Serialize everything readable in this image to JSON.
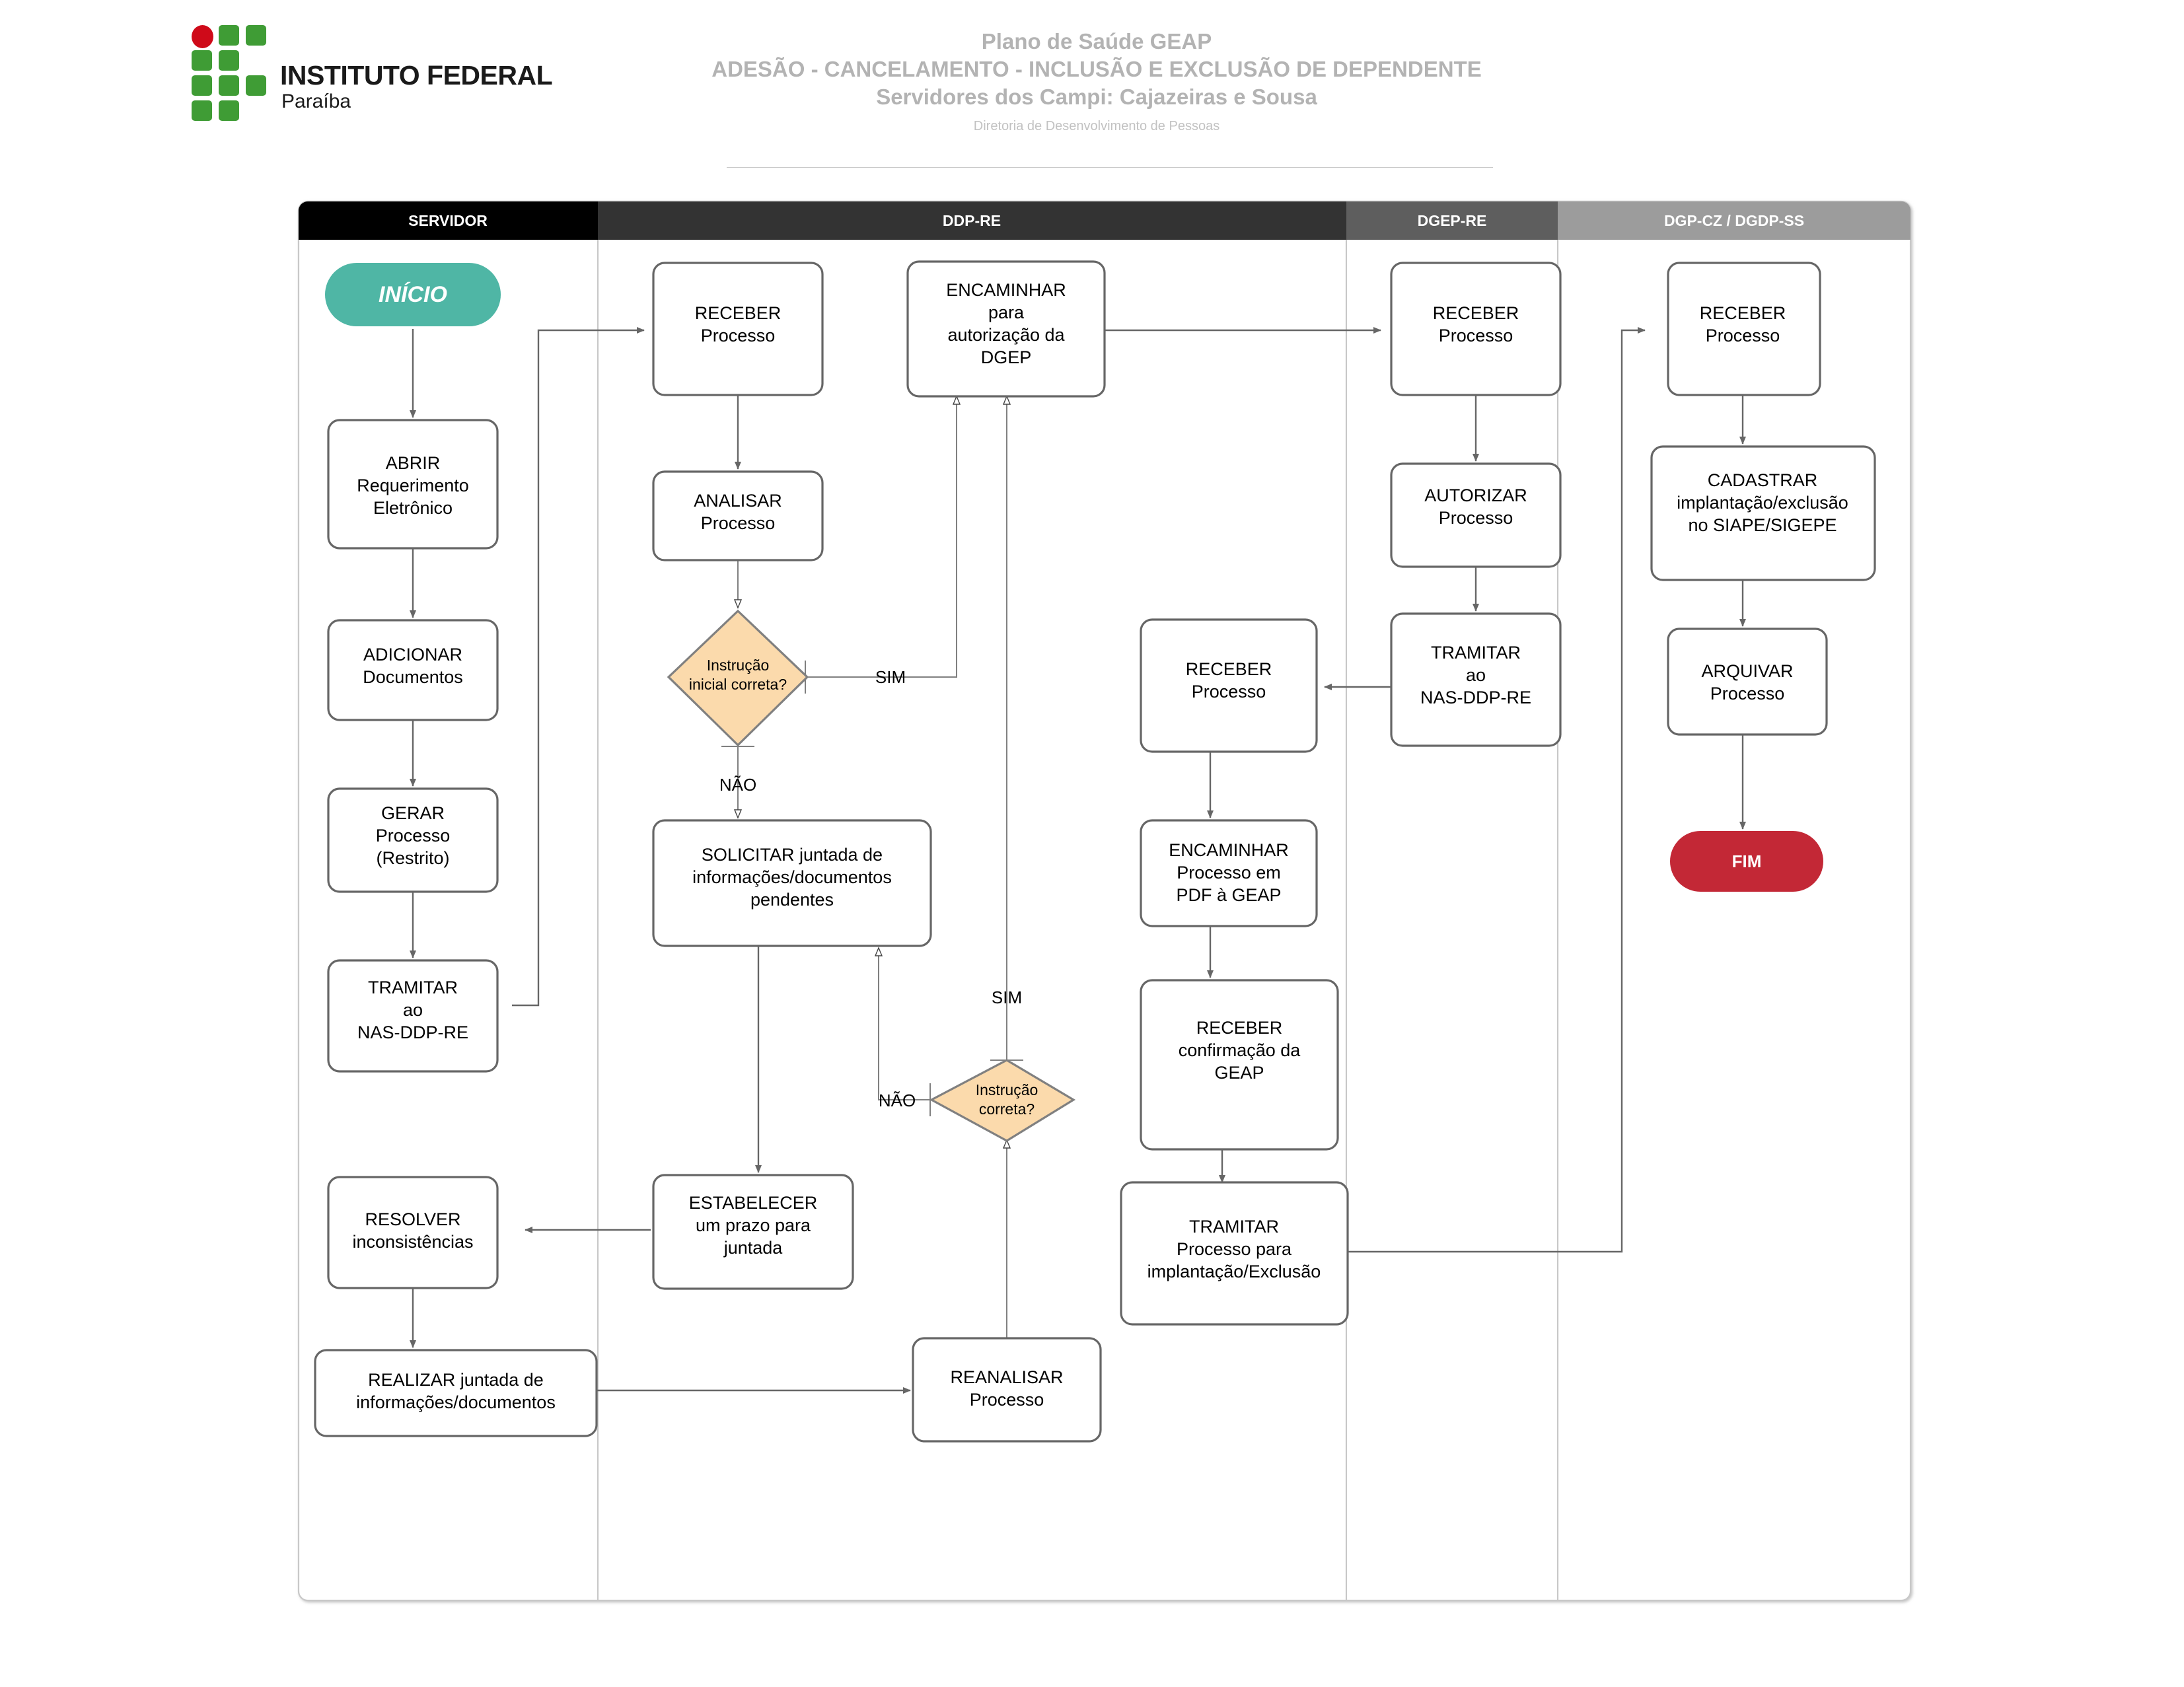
{
  "header": {
    "logo": {
      "name": "instituto-federal-paraiba-logo",
      "line1": "INSTITUTO FEDERAL",
      "line2": "Paraíba",
      "green": "#3f9c35",
      "red": "#cf0a19"
    },
    "title_line_1": "Plano de Saúde GEAP",
    "title_line_2": "ADESÃO - CANCELAMENTO - INCLUSÃO E EXCLUSÃO DE DEPENDENTE",
    "title_line_3": "Servidores dos Campi: Cajazeiras e Sousa",
    "subtitle": "Diretoria de Desenvolvimento de Pessoas"
  },
  "chart_data": {
    "type": "diagram",
    "title": "Plano de Saúde GEAP — ADESÃO - CANCELAMENTO - INCLUSÃO E EXCLUSÃO DE DEPENDENTE",
    "lanes": [
      {
        "id": "servidor",
        "label": "SERVIDOR",
        "color": "#000000"
      },
      {
        "id": "ddp-re",
        "label": "DDP-RE",
        "color": "#333333"
      },
      {
        "id": "dgep-re",
        "label": "DGEP-RE",
        "color": "#5e5e5e"
      },
      {
        "id": "dgp-cz-ss",
        "label": "DGP-CZ / DGDP-SS",
        "color": "#9c9c9c"
      }
    ],
    "node_colors": {
      "start_fill": "#4fb6a5",
      "end_fill": "#c32836",
      "decision_fill": "#fbdaac",
      "process_fill": "#ffffff",
      "process_stroke": "#666666"
    },
    "nodes": [
      {
        "id": "inicio",
        "lane": "servidor",
        "shape": "terminator",
        "text": "INÍCIO"
      },
      {
        "id": "abrir",
        "lane": "servidor",
        "shape": "process",
        "text": "ABRIR\nRequerimento\nEletrônico"
      },
      {
        "id": "adicionar",
        "lane": "servidor",
        "shape": "process",
        "text": "ADICIONAR\nDocumentos"
      },
      {
        "id": "gerar",
        "lane": "servidor",
        "shape": "process",
        "text": "GERAR\nProcesso\n(Restrito)"
      },
      {
        "id": "tramitar-nas",
        "lane": "servidor",
        "shape": "process",
        "text": "TRAMITAR\nao\nNAS-DDP-RE"
      },
      {
        "id": "resolver",
        "lane": "servidor",
        "shape": "process",
        "text": "RESOLVER\ninconsistências"
      },
      {
        "id": "realizar",
        "lane": "servidor",
        "shape": "process",
        "text": "REALIZAR  juntada de\ninformações/documentos"
      },
      {
        "id": "receber-ddp",
        "lane": "ddp-re",
        "shape": "process",
        "text": "RECEBER\nProcesso"
      },
      {
        "id": "analisar",
        "lane": "ddp-re",
        "shape": "process",
        "text": "ANALISAR\nProcesso"
      },
      {
        "id": "dec-inicial",
        "lane": "ddp-re",
        "shape": "decision",
        "text": "Instrução\ninicial correta?"
      },
      {
        "id": "solicitar",
        "lane": "ddp-re",
        "shape": "process",
        "text": "SOLICITAR juntada de\ninformações/documentos\npendentes"
      },
      {
        "id": "estabelecer",
        "lane": "ddp-re",
        "shape": "process",
        "text": "ESTABELECER\num prazo para\njuntada"
      },
      {
        "id": "encaminhar-dgep",
        "lane": "ddp-re",
        "shape": "process",
        "text": "ENCAMINHAR\npara\nautorização da\nDGEP"
      },
      {
        "id": "dec-correta",
        "lane": "ddp-re",
        "shape": "decision",
        "text": "Instrução\ncorreta?"
      },
      {
        "id": "reanalisar",
        "lane": "ddp-re",
        "shape": "process",
        "text": "REANALISAR\nProcesso"
      },
      {
        "id": "receber-nas",
        "lane": "ddp-re",
        "shape": "process",
        "text": "RECEBER\nProcesso"
      },
      {
        "id": "encaminhar-pdf",
        "lane": "ddp-re",
        "shape": "process",
        "text": "ENCAMINHAR\nProcesso em\nPDF à GEAP"
      },
      {
        "id": "receber-conf",
        "lane": "ddp-re",
        "shape": "process",
        "text": "RECEBER\nconfirmação da\nGEAP"
      },
      {
        "id": "tramitar-impl",
        "lane": "ddp-re",
        "shape": "process",
        "text": "TRAMITAR\nProcesso para\nimplantação/Exclusão"
      },
      {
        "id": "receber-dgep",
        "lane": "dgep-re",
        "shape": "process",
        "text": "RECEBER\nProcesso"
      },
      {
        "id": "autorizar",
        "lane": "dgep-re",
        "shape": "process",
        "text": "AUTORIZAR\nProcesso"
      },
      {
        "id": "tramitar-nas2",
        "lane": "dgep-re",
        "shape": "process",
        "text": "TRAMITAR\nao\nNAS-DDP-RE"
      },
      {
        "id": "receber-dgp",
        "lane": "dgp-cz-ss",
        "shape": "process",
        "text": "RECEBER\nProcesso"
      },
      {
        "id": "cadastrar",
        "lane": "dgp-cz-ss",
        "shape": "process",
        "text": "CADASTRAR\nimplantação/exclusão\nno SIAPE/SIGEPE"
      },
      {
        "id": "arquivar",
        "lane": "dgp-cz-ss",
        "shape": "process",
        "text": "ARQUIVAR\nProcesso"
      },
      {
        "id": "fim",
        "lane": "dgp-cz-ss",
        "shape": "terminator",
        "text": "FIM"
      }
    ],
    "edges": [
      {
        "from": "inicio",
        "to": "abrir",
        "label": ""
      },
      {
        "from": "abrir",
        "to": "adicionar",
        "label": ""
      },
      {
        "from": "adicionar",
        "to": "gerar",
        "label": ""
      },
      {
        "from": "gerar",
        "to": "tramitar-nas",
        "label": ""
      },
      {
        "from": "tramitar-nas",
        "to": "receber-ddp",
        "label": ""
      },
      {
        "from": "receber-ddp",
        "to": "analisar",
        "label": ""
      },
      {
        "from": "analisar",
        "to": "dec-inicial",
        "label": ""
      },
      {
        "from": "dec-inicial",
        "to": "encaminhar-dgep",
        "label": "SIM"
      },
      {
        "from": "dec-inicial",
        "to": "solicitar",
        "label": "NÃO"
      },
      {
        "from": "solicitar",
        "to": "estabelecer",
        "label": ""
      },
      {
        "from": "estabelecer",
        "to": "resolver",
        "label": ""
      },
      {
        "from": "resolver",
        "to": "realizar",
        "label": ""
      },
      {
        "from": "realizar",
        "to": "reanalisar",
        "label": ""
      },
      {
        "from": "reanalisar",
        "to": "dec-correta",
        "label": ""
      },
      {
        "from": "dec-correta",
        "to": "encaminhar-dgep",
        "label": "SIM"
      },
      {
        "from": "dec-correta",
        "to": "solicitar",
        "label": "NÃO"
      },
      {
        "from": "encaminhar-dgep",
        "to": "receber-dgep",
        "label": ""
      },
      {
        "from": "receber-dgep",
        "to": "autorizar",
        "label": ""
      },
      {
        "from": "autorizar",
        "to": "tramitar-nas2",
        "label": ""
      },
      {
        "from": "tramitar-nas2",
        "to": "receber-nas",
        "label": ""
      },
      {
        "from": "receber-nas",
        "to": "encaminhar-pdf",
        "label": ""
      },
      {
        "from": "encaminhar-pdf",
        "to": "receber-conf",
        "label": ""
      },
      {
        "from": "receber-conf",
        "to": "tramitar-impl",
        "label": ""
      },
      {
        "from": "tramitar-impl",
        "to": "receber-dgp",
        "label": ""
      },
      {
        "from": "receber-dgp",
        "to": "cadastrar",
        "label": ""
      },
      {
        "from": "cadastrar",
        "to": "arquivar",
        "label": ""
      },
      {
        "from": "arquivar",
        "to": "fim",
        "label": ""
      }
    ],
    "edge_labels": {
      "sim": "SIM",
      "nao": "NÃO"
    }
  }
}
